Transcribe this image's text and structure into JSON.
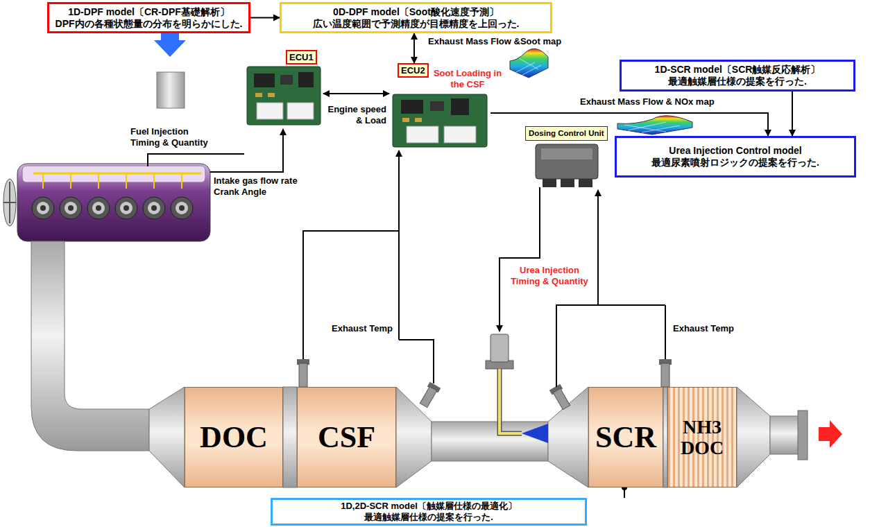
{
  "diagram": {
    "nodes": [
      {
        "text": [
          "1D-DPF model〔CR-DPF基礎解析〕",
          "DPF内の各種状態量の分布を明らかにした."
        ]
      },
      {
        "text": [
          "0D-DPF model〔Soot酸化速度予測〕",
          "広い温度範囲で予測精度が目標精度を上回った."
        ]
      },
      {
        "text": [
          "1D-SCR model〔SCR触媒反応解析〕",
          "最適触媒層仕様の提案を行った."
        ]
      },
      {
        "text": [
          "ECU1"
        ]
      },
      {
        "text": [
          "ECU2"
        ]
      },
      {
        "text": [
          "Dosing Control Unit"
        ]
      },
      {
        "text": [
          "Urea Injection Control model",
          "最適尿素噴射ロジックの提案を行った."
        ]
      },
      {
        "text": [
          "DOC"
        ]
      },
      {
        "text": [
          "CSF"
        ]
      },
      {
        "text": [
          "SCR"
        ]
      },
      {
        "text": [
          "NH3 DOC"
        ]
      },
      {
        "text": [
          "1D,2D-SCR model〔触媒層仕様の最適化〕",
          "最適触媒層仕様の提案を行った."
        ]
      }
    ],
    "edges": [
      {
        "from": 0,
        "to": 1,
        "arrow": "to"
      },
      {
        "from": 4,
        "to": 1,
        "arrow": "both"
      },
      {
        "from": 3,
        "to": 4,
        "arrow": "both"
      },
      {
        "from": 4,
        "to": 6,
        "arrow": "to"
      },
      {
        "from": 2,
        "to": 6,
        "arrow": "to"
      },
      {
        "from": 11,
        "to": 9,
        "arrow": "none"
      }
    ],
    "labels": [
      "Fuel Injection Timing & Quantity",
      "Intake gas flow rate Crank Angle",
      "Engine speed & Load",
      "Exhaust Mass Flow &Soot map",
      "Soot Loading in the CSF",
      "Exhaust Mass Flow & NOx map",
      "Urea Injection Timing & Quantity",
      "Exhaust Temp",
      "Exhaust Temp"
    ]
  }
}
